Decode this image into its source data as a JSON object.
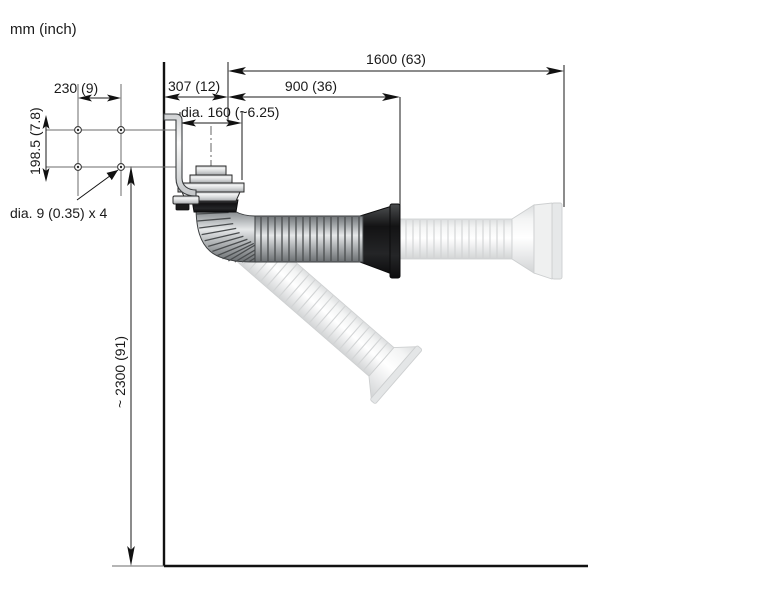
{
  "drawing": {
    "units_note": "mm (inch)",
    "title": "mm (inch)",
    "colors": {
      "line": "#1a1a1a",
      "wall": "#111111",
      "thin": "#6b6b6b",
      "hose_dark": "#8e9194",
      "hose_light": "#eceded",
      "flange_black": "#1b1b1b",
      "body_gray": "#d6d7d8",
      "background": "#ffffff"
    },
    "dimensions": {
      "hole_spacing_horizontal": "230 (9)",
      "hole_spacing_vertical": "198.5 (7.8)",
      "hole_callout": "dia. 9 (0.35) x 4",
      "wall_to_outlet": "307 (12)",
      "outlet_diameter": "dia. 160 (~6.25)",
      "hose_length_short": "900 (36)",
      "hose_length_long": "1600 (63)",
      "height_above_floor": "~ 2300 (91)"
    }
  },
  "chart_data": {
    "type": "table",
    "title": "mm (inch)",
    "categories": [
      "230 (9)",
      "198.5 (7.8)",
      "dia. 9 (0.35) x 4",
      "307 (12)",
      "dia. 160 (~6.25)",
      "900 (36)",
      "1600 (63)",
      "~ 2300 (91)"
    ],
    "values": [
      230,
      198.5,
      9,
      307,
      160,
      900,
      1600,
      2300
    ],
    "values_inch": [
      9,
      7.8,
      0.35,
      12,
      6.25,
      36,
      63,
      91
    ],
    "xlabel": "",
    "ylabel": "",
    "notes": "Technical installation drawing: wall outlet with corrugated discharge hose; dimensions in mm with inch equivalents in parentheses."
  }
}
